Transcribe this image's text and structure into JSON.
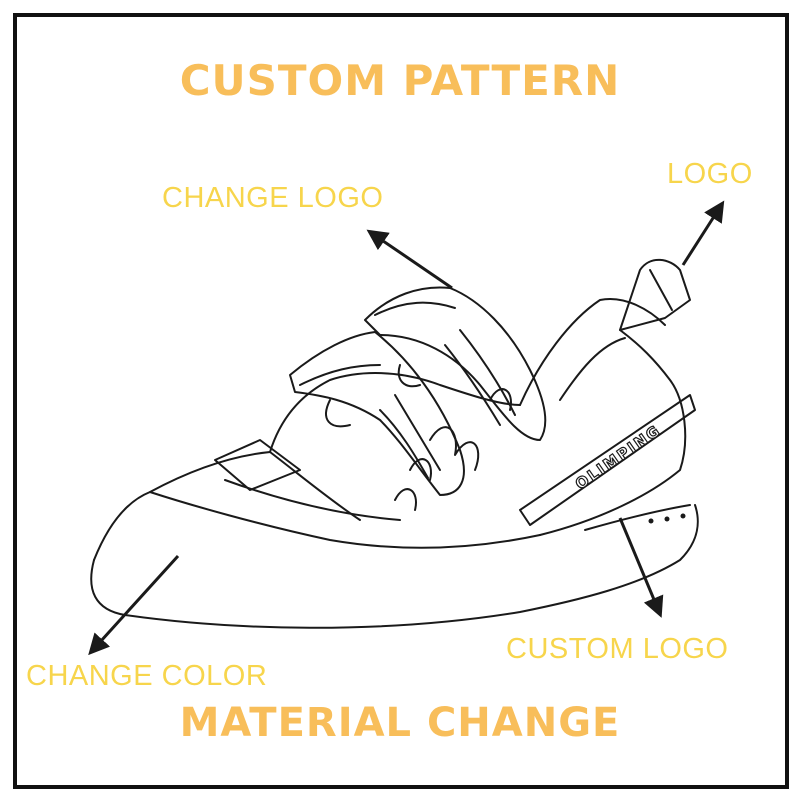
{
  "colors": {
    "heading": "#F8BE5A",
    "label": "#F7D54C",
    "line": "#1a1a1a",
    "frame": "#111111"
  },
  "headings": {
    "top": "CUSTOM PATTERN",
    "bottom": "MATERIAL CHANGE"
  },
  "callouts": {
    "change_logo": "CHANGE LOGO",
    "logo": "LOGO",
    "custom_logo": "CUSTOM LOGO",
    "change_color": "CHANGE COLOR"
  },
  "shoe": {
    "brand_text": "OLIMPING"
  }
}
